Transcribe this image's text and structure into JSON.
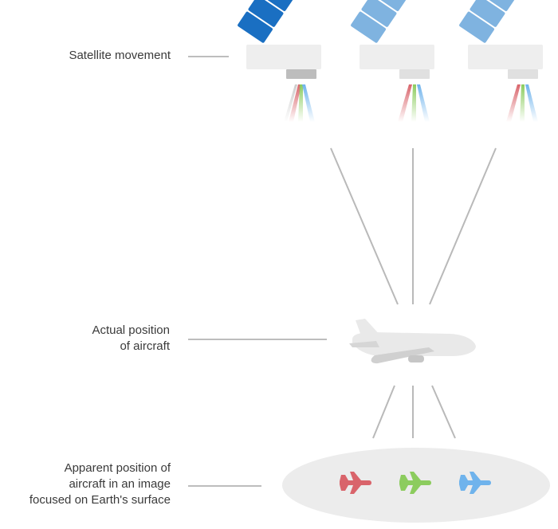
{
  "labels": {
    "satellite_movement": "Satellite movement",
    "actual_position": {
      "line1": "Actual position",
      "line2": "of aircraft"
    },
    "apparent_position": {
      "line1": "Apparent position of",
      "line2": "aircraft in an image",
      "line3": "focused on Earth's surface"
    }
  },
  "colors": {
    "panel_current": "#1a6fc2",
    "panel_past": "#7fb3e0",
    "red_band": "#d9646b",
    "green_band": "#8ccc5e",
    "blue_band": "#6fb3ec",
    "leader_line": "#bdbdbd",
    "aircraft": "#e6e6e6",
    "ground": "#ececec"
  },
  "icons": {
    "satellite": "satellite-icon",
    "aircraft": "airplane-icon"
  }
}
